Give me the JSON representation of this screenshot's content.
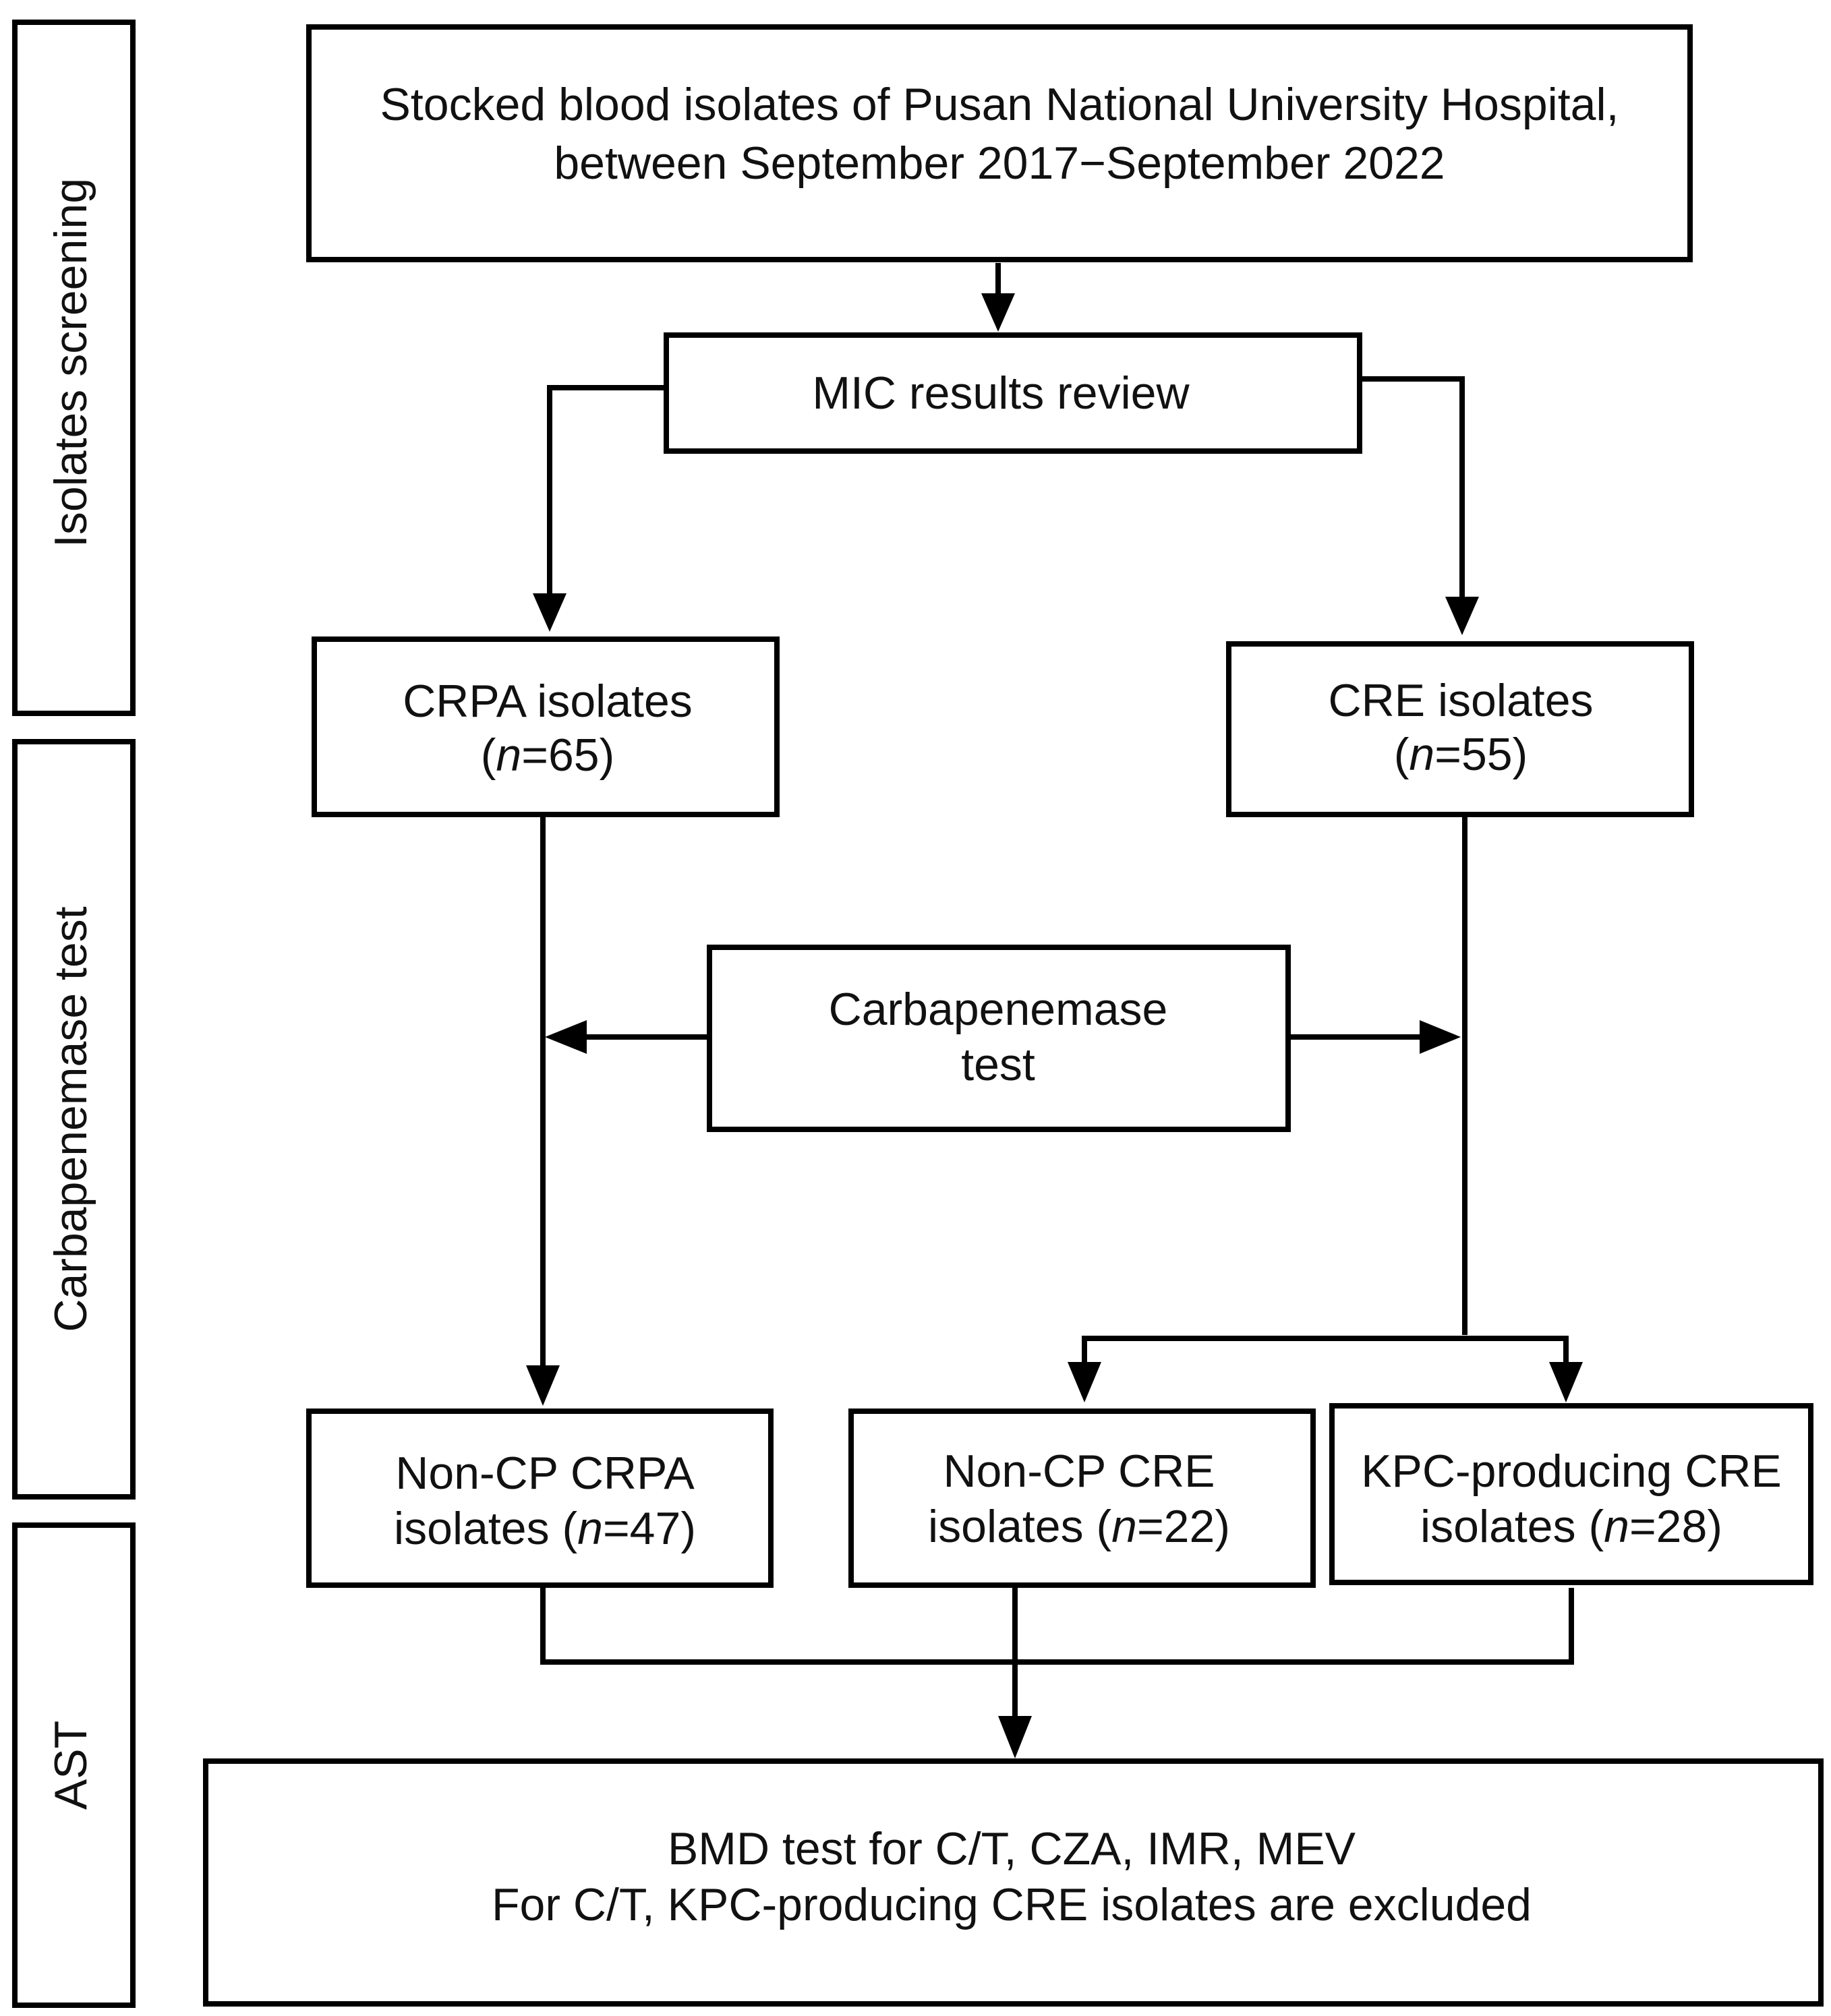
{
  "stages": [
    "Isolates screening",
    "Carbapenemase test",
    "AST"
  ],
  "nodes": {
    "source": {
      "line1": "Stocked blood isolates of Pusan National University Hospital,",
      "line2": "between September 2017−September 2022"
    },
    "mic": {
      "line1": "MIC results review"
    },
    "crpa": {
      "line1": "CRPA isolates",
      "paren_open": "(",
      "n_symbol": "n",
      "count": "=65)"
    },
    "cre": {
      "line1": "CRE isolates",
      "paren_open": "(",
      "n_symbol": "n",
      "count": "=55)"
    },
    "test": {
      "line1": "Carbapenemase",
      "line2": "test"
    },
    "noncp_crpa": {
      "line1": "Non-CP CRPA",
      "line2_prefix": "isolates (",
      "n_symbol": "n",
      "count": "=47)"
    },
    "noncp_cre": {
      "line1": "Non-CP CRE",
      "line2_prefix": "isolates (",
      "n_symbol": "n",
      "count": "=22)"
    },
    "kpc_cre": {
      "line1": "KPC-producing CRE",
      "line2_prefix": "isolates (",
      "n_symbol": "n",
      "count": "=28)"
    },
    "bmd": {
      "line1": "BMD test for C/T, CZA, IMR, MEV",
      "line2": "For C/T, KPC-producing CRE isolates are excluded"
    }
  }
}
